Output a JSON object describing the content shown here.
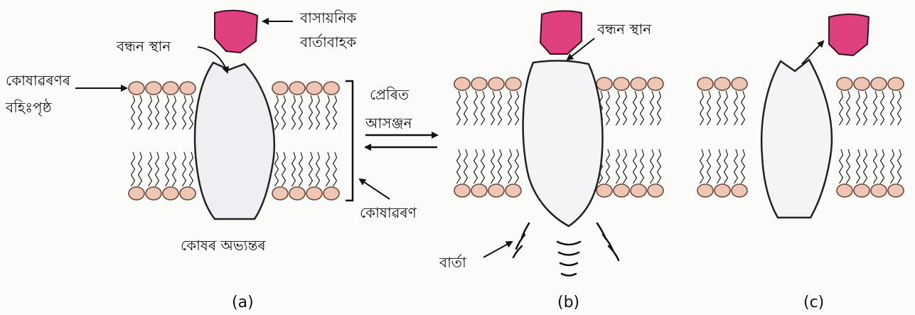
{
  "labels": {
    "messenger": [
      "বাসায়নিক",
      "বাৰ্তাবাহক"
    ],
    "binding_site_a": "বন্ধন স্থান",
    "binding_site_b": "বন্ধন স্থান",
    "outer_surface": [
      "কোষাৱৰণৰ",
      "বহিঃপৃষ্ঠ"
    ],
    "reaction": [
      "প্ৰেৰিত",
      "আসঞ্জন"
    ],
    "membrane": "কোষাৱৰণ",
    "interior": "কোষৰ অভ্যন্তৰ",
    "signal": "বাৰ্তা"
  },
  "captions": [
    "(a)",
    "(b)",
    "(c)"
  ],
  "colors": {
    "messenger_fill": "#e0407f",
    "head_fill": "#efc6b4",
    "protein_fill": "#eeeef3",
    "ink": "#111111"
  }
}
